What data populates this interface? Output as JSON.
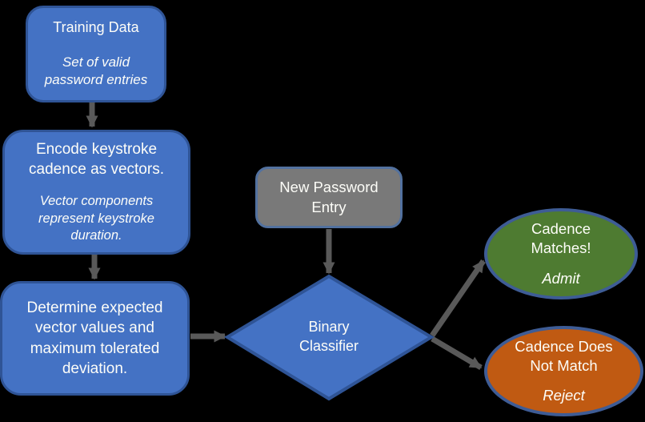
{
  "colors": {
    "shape_blue": "#4472c4",
    "shape_blue_border": "#2f5496",
    "gray_fill": "#797979",
    "gray_border": "#52719f",
    "green_fill": "#4e7b31",
    "orange_fill": "#c05a12",
    "ellipse_border": "#3e5c95",
    "arrow": "#595959",
    "text": "#fdfdf8"
  },
  "nodes": {
    "training_data": {
      "title": "Training Data",
      "subtitle": "Set of valid password entries"
    },
    "encode": {
      "title": "Encode keystroke cadence as vectors.",
      "subtitle": "Vector components represent keystroke duration."
    },
    "determine": {
      "title": "Determine expected vector values and maximum tolerated deviation."
    },
    "new_password": {
      "title": "New Password Entry"
    },
    "classifier": {
      "title": "Binary Classifier"
    },
    "cadence_match": {
      "title": "Cadence Matches!",
      "subtitle": "Admit"
    },
    "cadence_no_match": {
      "title": "Cadence Does Not Match",
      "subtitle": "Reject"
    }
  }
}
